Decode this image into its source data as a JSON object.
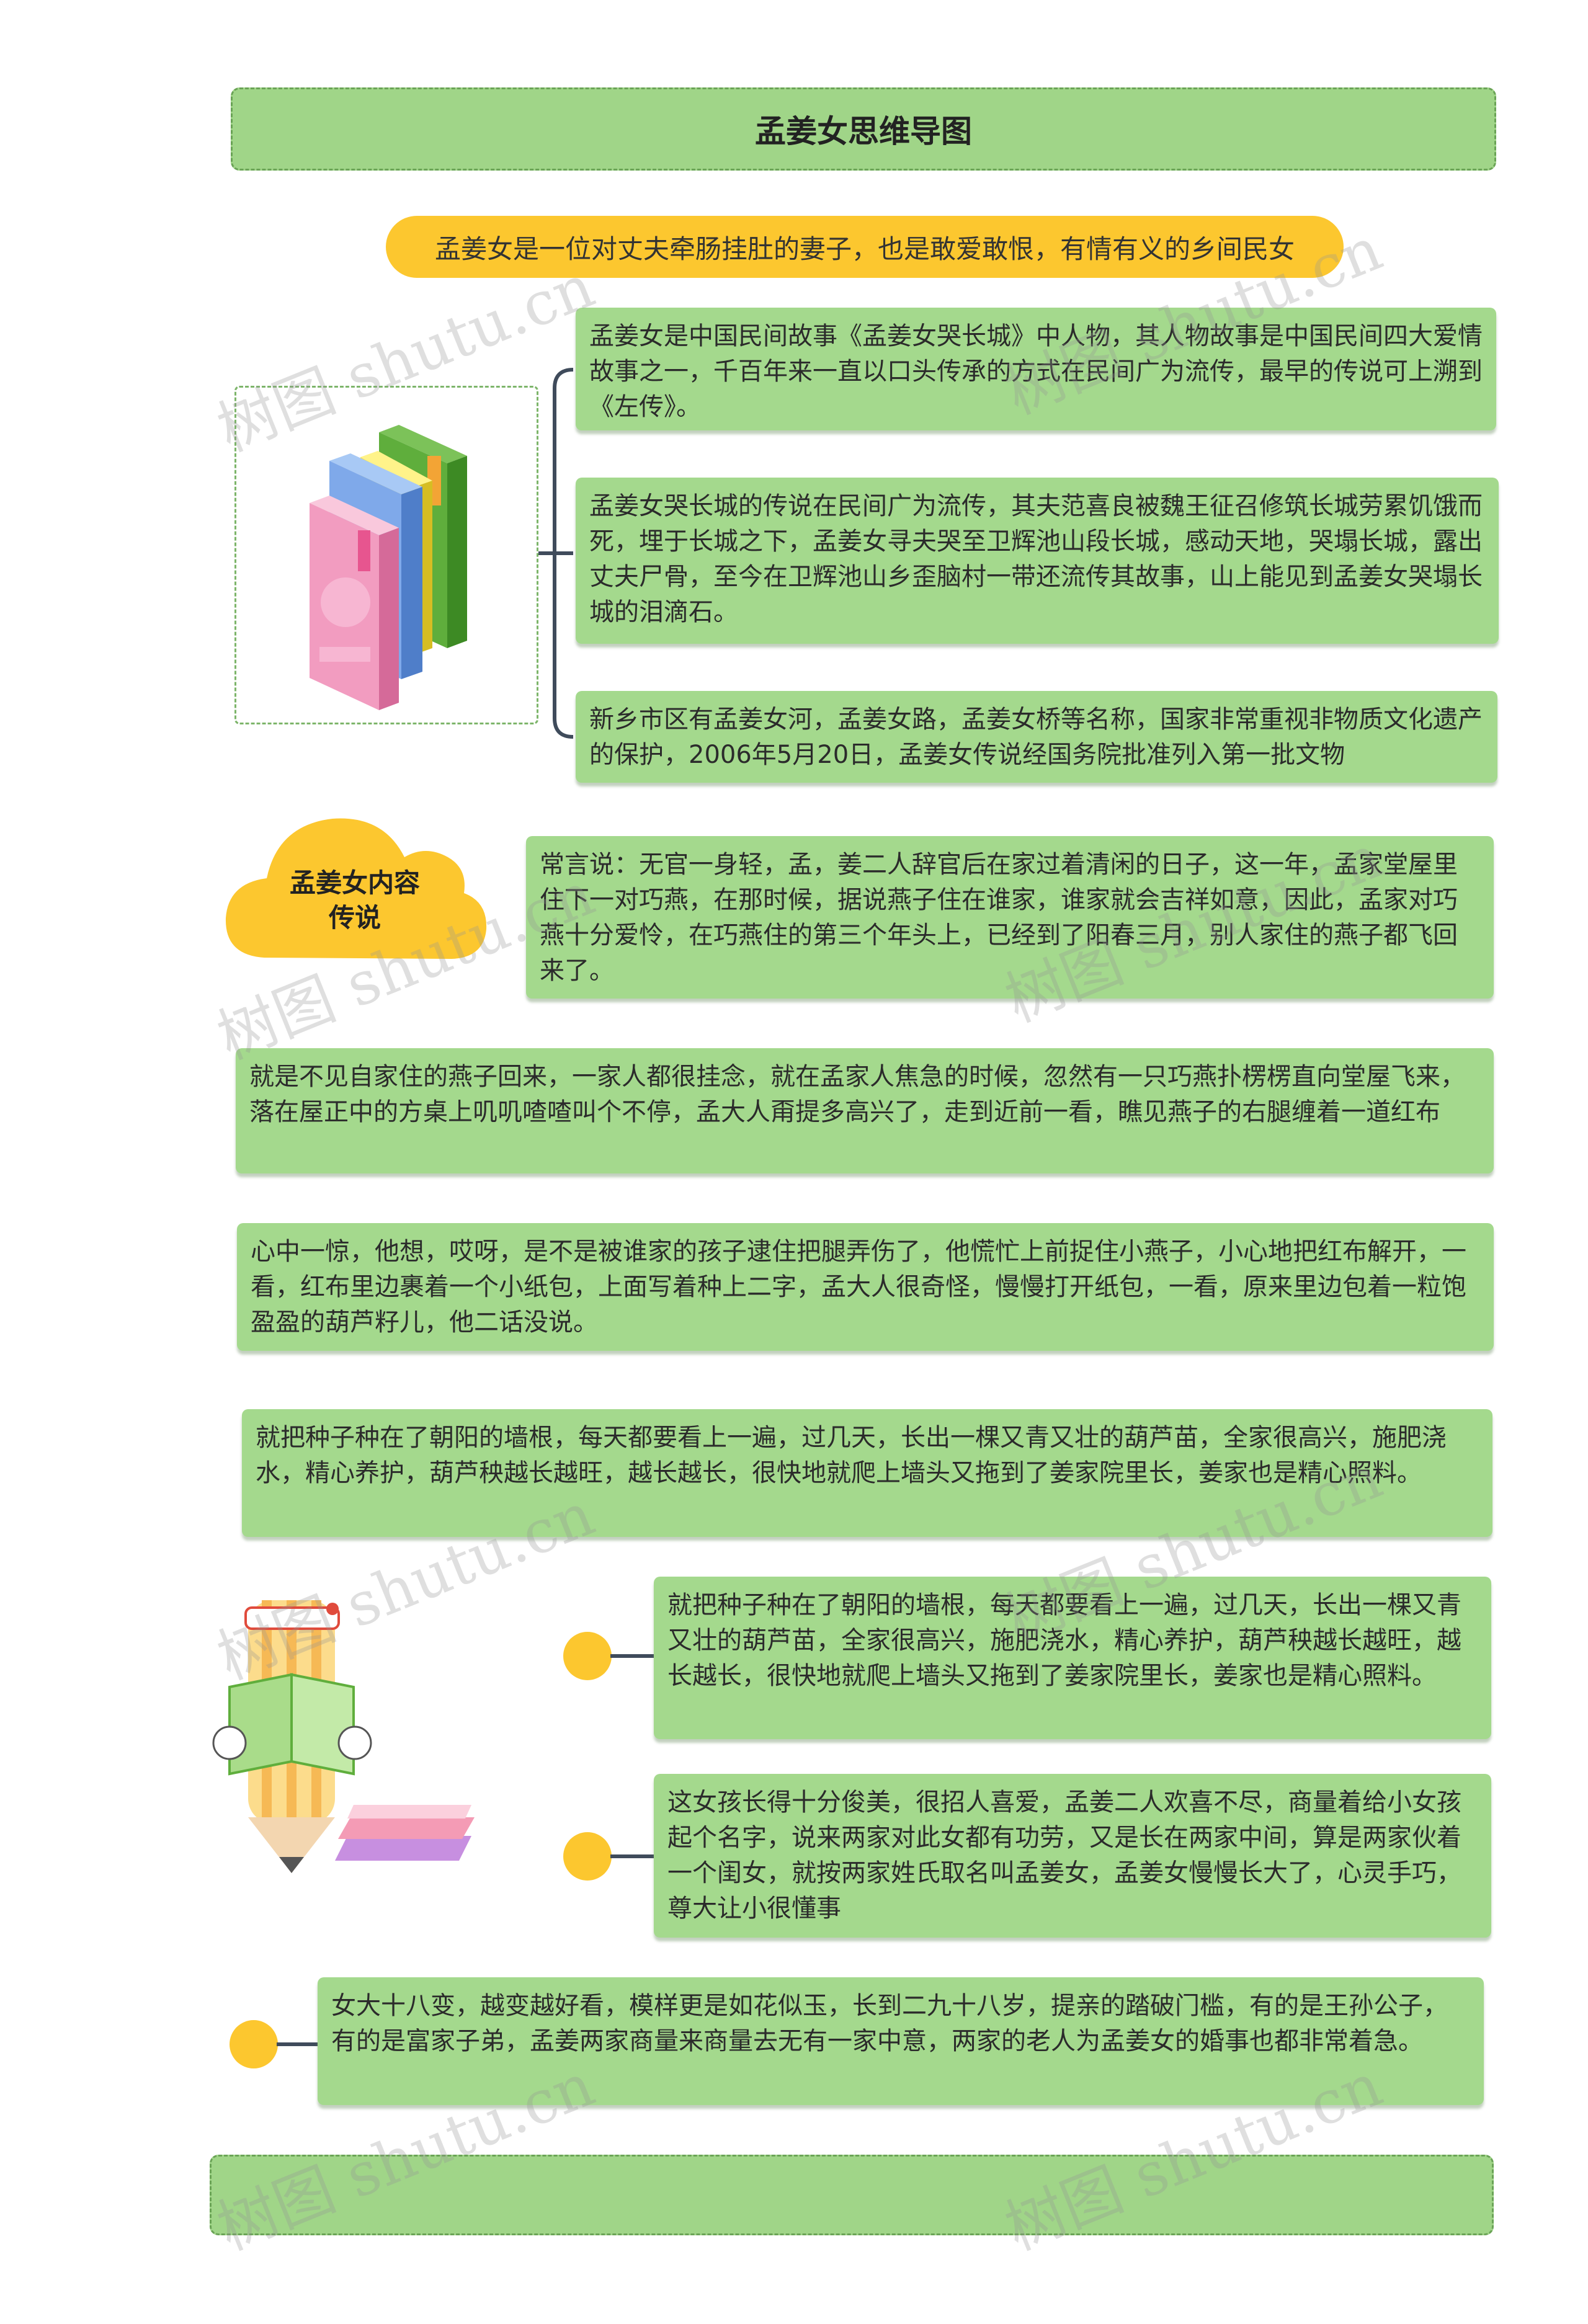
{
  "title": "孟姜女思维导图",
  "summary": "孟姜女是一位对丈夫牵肠挂肚的妻子，也是敢爱敢恨，有情有义的乡间民女",
  "branch1": {
    "items": [
      "孟姜女是中国民间故事《孟姜女哭长城》中人物，其人物故事是中国民间四大爱情故事之一，千百年来一直以口头传承的方式在民间广为流传，最早的传说可上溯到《左传》。",
      "孟姜女哭长城的传说在民间广为流传，其夫范喜良被魏王征召修筑长城劳累饥饿而死，埋于长城之下，孟姜女寻夫哭至卫辉池山段长城，感动天地，哭塌长城，露出丈夫尸骨，至今在卫辉池山乡歪脑村一带还流传其故事，山上能见到孟姜女哭塌长城的泪滴石。",
      "新乡市区有孟姜女河，孟姜女路，孟姜女桥等名称，国家非常重视非物质文化遗产的保护，2006年5月20日，孟姜女传说经国务院批准列入第一批文物"
    ]
  },
  "branch2": {
    "label_line1": "孟姜女内容",
    "label_line2": "传说",
    "items": [
      "常言说：无官一身轻，孟，姜二人辞官后在家过着清闲的日子，这一年，孟家堂屋里住下一对巧燕，在那时候，据说燕子住在谁家，谁家就会吉祥如意，因此，孟家对巧燕十分爱怜，在巧燕住的第三个年头上，已经到了阳春三月，别人家住的燕子都飞回来了。",
      "就是不见自家住的燕子回来，一家人都很挂念，就在孟家人焦急的时候，忽然有一只巧燕扑楞楞直向堂屋飞来，落在屋正中的方桌上叽叽喳喳叫个不停，孟大人甭提多高兴了，走到近前一看，瞧见燕子的右腿缠着一道红布",
      "心中一惊，他想，哎呀，是不是被谁家的孩子逮住把腿弄伤了，他慌忙上前捉住小燕子，小心地把红布解开，一看，红布里边裹着一个小纸包，上面写着种上二字，孟大人很奇怪，慢慢打开纸包，一看，原来里边包着一粒饱盈盈的葫芦籽儿，他二话没说。",
      "就把种子种在了朝阳的墙根，每天都要看上一遍，过几天，长出一棵又青又壮的葫芦苗，全家很高兴，施肥浇水，精心养护，葫芦秧越长越旺，越长越长，很快地就爬上墙头又拖到了姜家院里长，姜家也是精心照料。"
    ]
  },
  "branch3": {
    "items": [
      "就把种子种在了朝阳的墙根，每天都要看上一遍，过几天，长出一棵又青又壮的葫芦苗，全家很高兴，施肥浇水，精心养护，葫芦秧越长越旺，越长越长，很快地就爬上墙头又拖到了姜家院里长，姜家也是精心照料。",
      "这女孩长得十分俊美，很招人喜爱，孟姜二人欢喜不尽，商量着给小女孩起个名字，说来两家对此女都有功劳，又是长在两家中间，算是两家伙着一个闺女，就按两家姓氏取名叫孟姜女，孟姜女慢慢长大了，心灵手巧，尊大让小很懂事",
      "女大十八变，越变越好看，模样更是如花似玉，长到二九十八岁，提亲的踏破门槛，有的是王孙公子，有的是富家子弟，孟姜两家商量来商量去无有一家中意，两家的老人为孟姜女的婚事也都非常着急。"
    ]
  },
  "watermark": "树图 shutu.cn",
  "colors": {
    "box_green": "#a4d98d",
    "title_green": "#a0d588",
    "accent_yellow": "#fcc72f",
    "connector": "#3f4b5b"
  }
}
